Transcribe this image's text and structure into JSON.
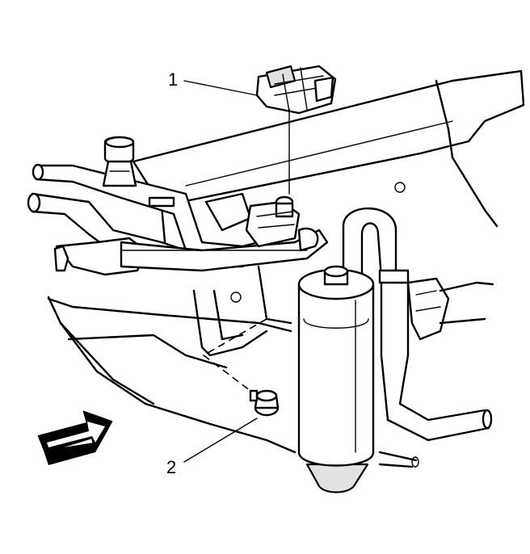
{
  "callouts": [
    {
      "label": "1",
      "part": "connector"
    },
    {
      "label": "2",
      "part": "bolt"
    }
  ],
  "colors": {
    "line": "#000000",
    "background": "#ffffff",
    "shade": "#e2e2e2"
  }
}
